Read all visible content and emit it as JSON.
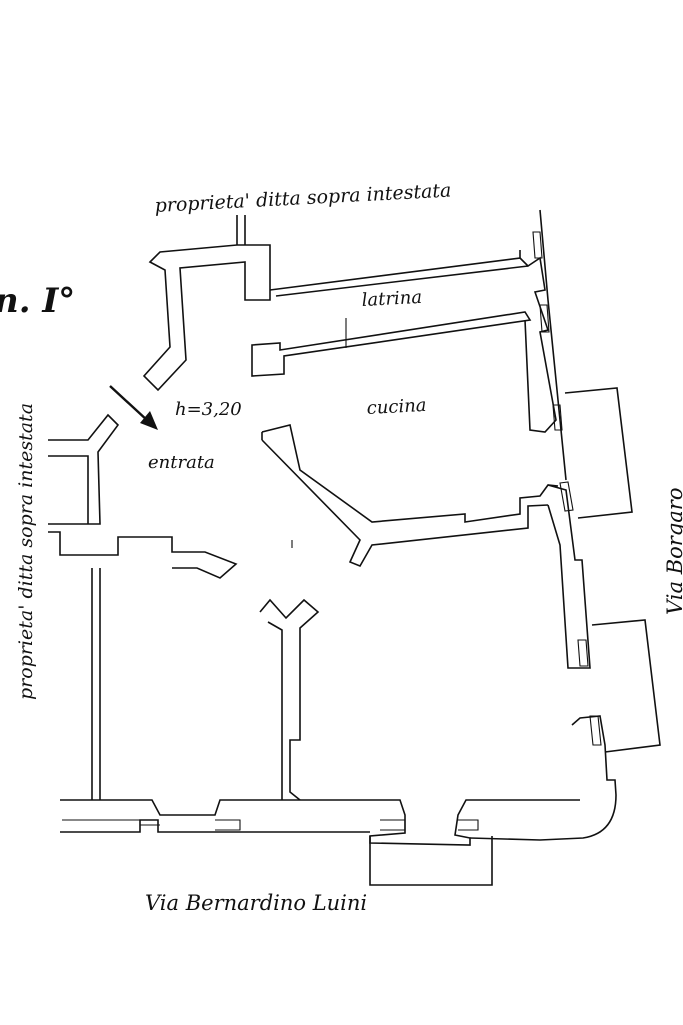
{
  "plan": {
    "level_mark": "n. I°",
    "top_neighbor": "proprieta' ditta sopra intestata",
    "left_neighbor": "proprieta' ditta sopra intestata",
    "street_right": "Via Borgaro",
    "street_bottom": "Via Bernardino Luini",
    "rooms": {
      "latrina": "latrina",
      "cucina": "cucina",
      "entrata": "entrata"
    },
    "height": "h=3,20"
  }
}
